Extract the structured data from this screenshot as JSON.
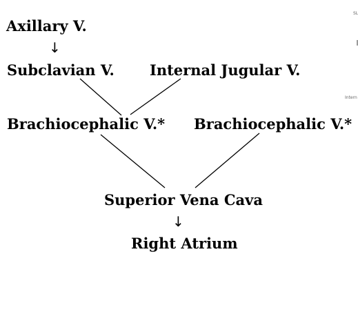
{
  "diagram": {
    "nodes": {
      "axillary": "Axillary V.",
      "subclavian": "Subclavian V.",
      "internal_jugular": "Internal Jugular V.",
      "brachiocephalic_left": "Brachiocephalic V.*",
      "brachiocephalic_right": "Brachiocephalic V.*",
      "svc": "Superior Vena Cava",
      "right_atrium": "Right Atrium"
    },
    "arrow_glyph": "↓",
    "edge_color": "#000000",
    "text_color": "#000000",
    "background": "#ffffff"
  },
  "edge_fragments": {
    "top": "SL",
    "bottom": "Intern"
  }
}
